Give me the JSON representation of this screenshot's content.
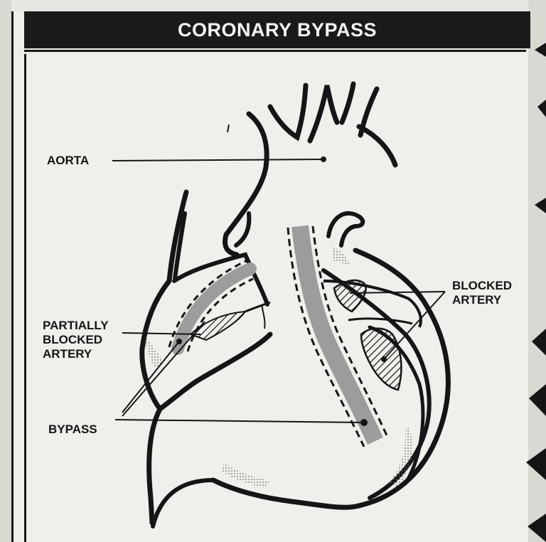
{
  "title": "CORONARY BYPASS",
  "labels": {
    "aorta": "AORTA",
    "partially_blocked_artery": "PARTIALLY\nBLOCKED\nARTERY",
    "blocked_artery": "BLOCKED\nARTERY",
    "bypass": "BYPASS"
  },
  "colors": {
    "background": "#eeeeea",
    "ink": "#151515",
    "graft_fill": "#9c9c9c",
    "stipple": "#6a6a6a"
  }
}
